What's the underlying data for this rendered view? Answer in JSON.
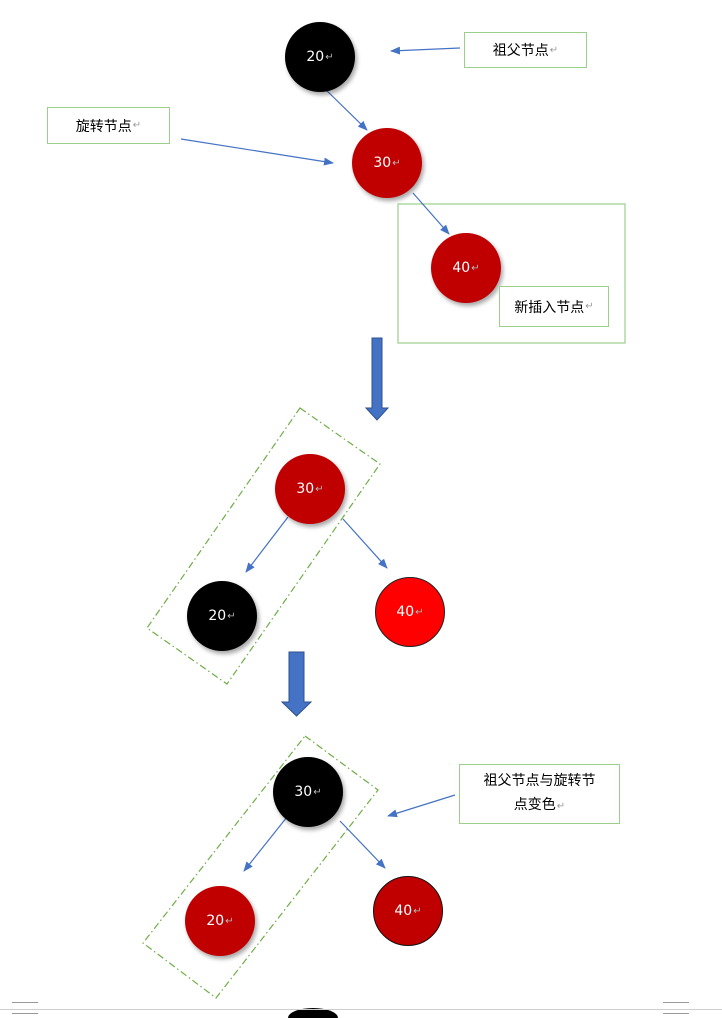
{
  "stage1": {
    "grandparent": {
      "value": "20",
      "color": "#000000"
    },
    "rotation": {
      "value": "30",
      "color": "#c00000"
    },
    "inserted": {
      "value": "40",
      "color": "#c00000"
    },
    "labels": {
      "grandparent": "祖父节点",
      "rotation": "旋转节点",
      "inserted": "新插入节点"
    }
  },
  "stage2": {
    "root": {
      "value": "30",
      "color": "#c00000"
    },
    "left": {
      "value": "20",
      "color": "#000000"
    },
    "right": {
      "value": "40",
      "color": "#ff0000"
    }
  },
  "stage3": {
    "root": {
      "value": "30",
      "color": "#000000"
    },
    "left": {
      "value": "20",
      "color": "#c00000"
    },
    "right": {
      "value": "40",
      "color": "#c00000"
    },
    "label_line1": "祖父节点与旋转节",
    "label_line2": "点变色"
  },
  "paragraph_mark": "↵",
  "colors": {
    "arrow": "#4472c4",
    "box_border": "#9bcf8a",
    "dash": "#70ad47"
  }
}
